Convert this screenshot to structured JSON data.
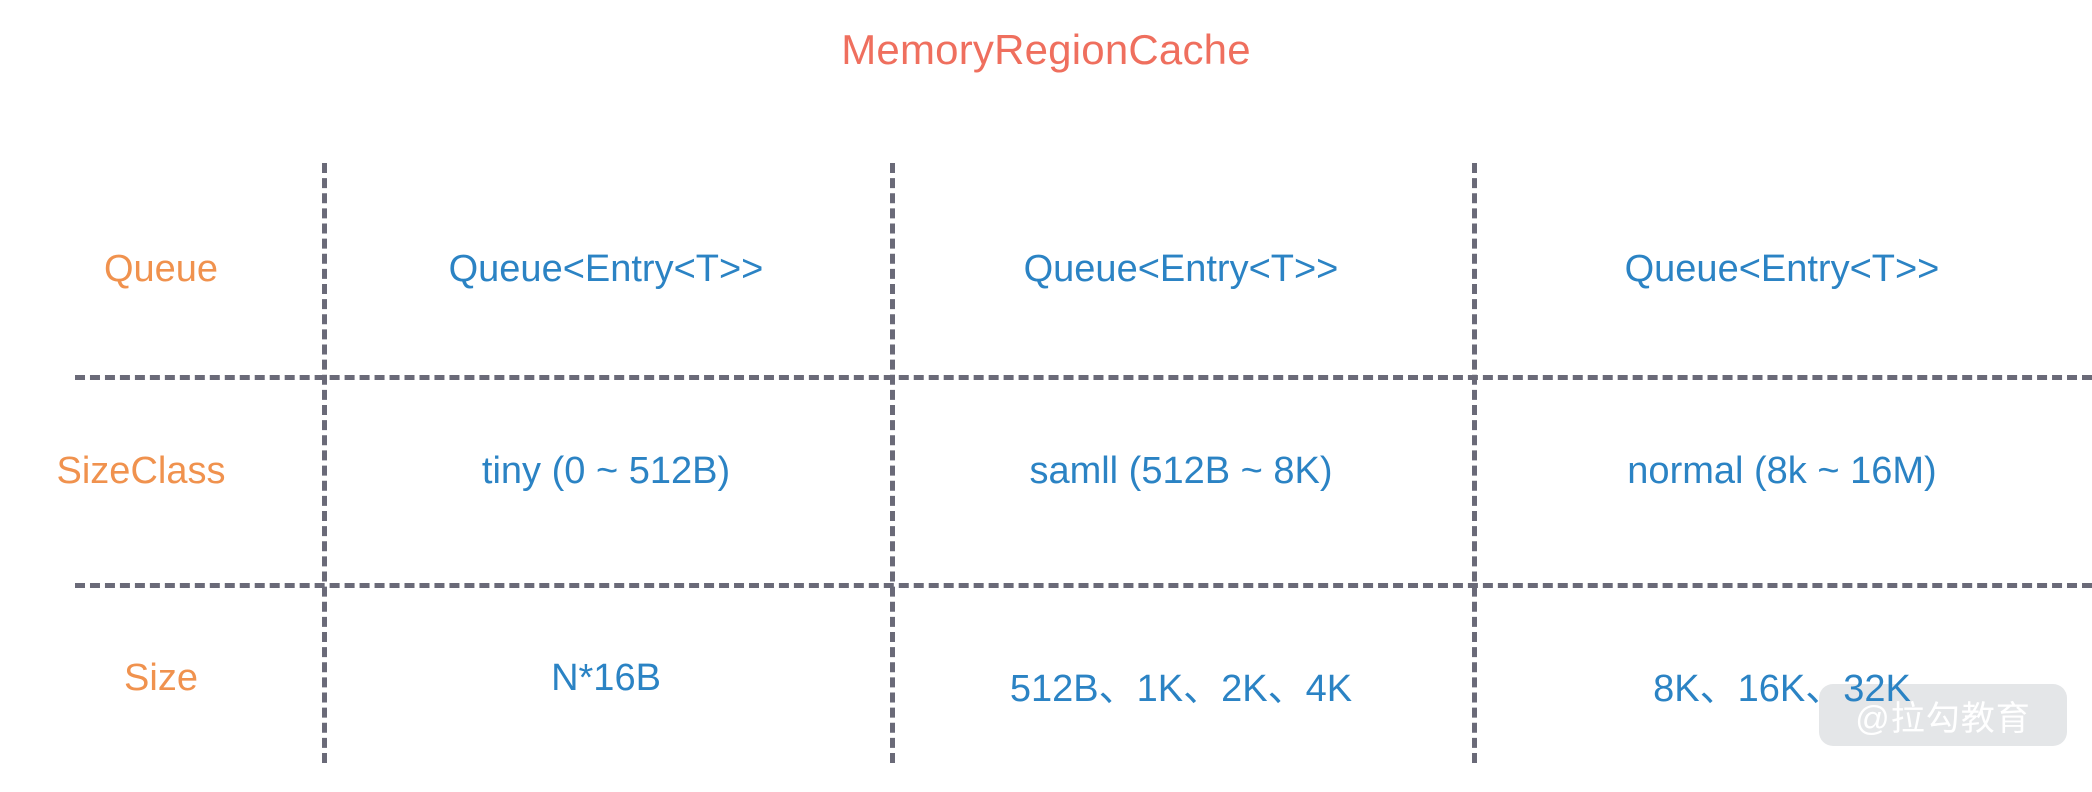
{
  "title": "MemoryRegionCache",
  "colors": {
    "title": "#ef6f5e",
    "row_label": "#f0924e",
    "cell_text": "#2b83c4",
    "dash_line": "#6a6a78",
    "watermark_bg": "#e4e6e8",
    "background": "#ffffff"
  },
  "table": {
    "row_labels": [
      "Queue",
      "SizeClass",
      "Size"
    ],
    "rows": [
      {
        "label": "Queue",
        "cells": [
          "Queue<Entry<T>>",
          "Queue<Entry<T>>",
          "Queue<Entry<T>>"
        ]
      },
      {
        "label": "SizeClass",
        "cells": [
          "tiny (0 ~ 512B)",
          "samll (512B ~ 8K)",
          "normal (8k ~ 16M)"
        ]
      },
      {
        "label": "Size",
        "cells": [
          "N*16B",
          "512B、1K、2K、4K",
          "8K、16K、32K"
        ]
      }
    ]
  },
  "watermark": {
    "text": "@拉勾教育"
  }
}
